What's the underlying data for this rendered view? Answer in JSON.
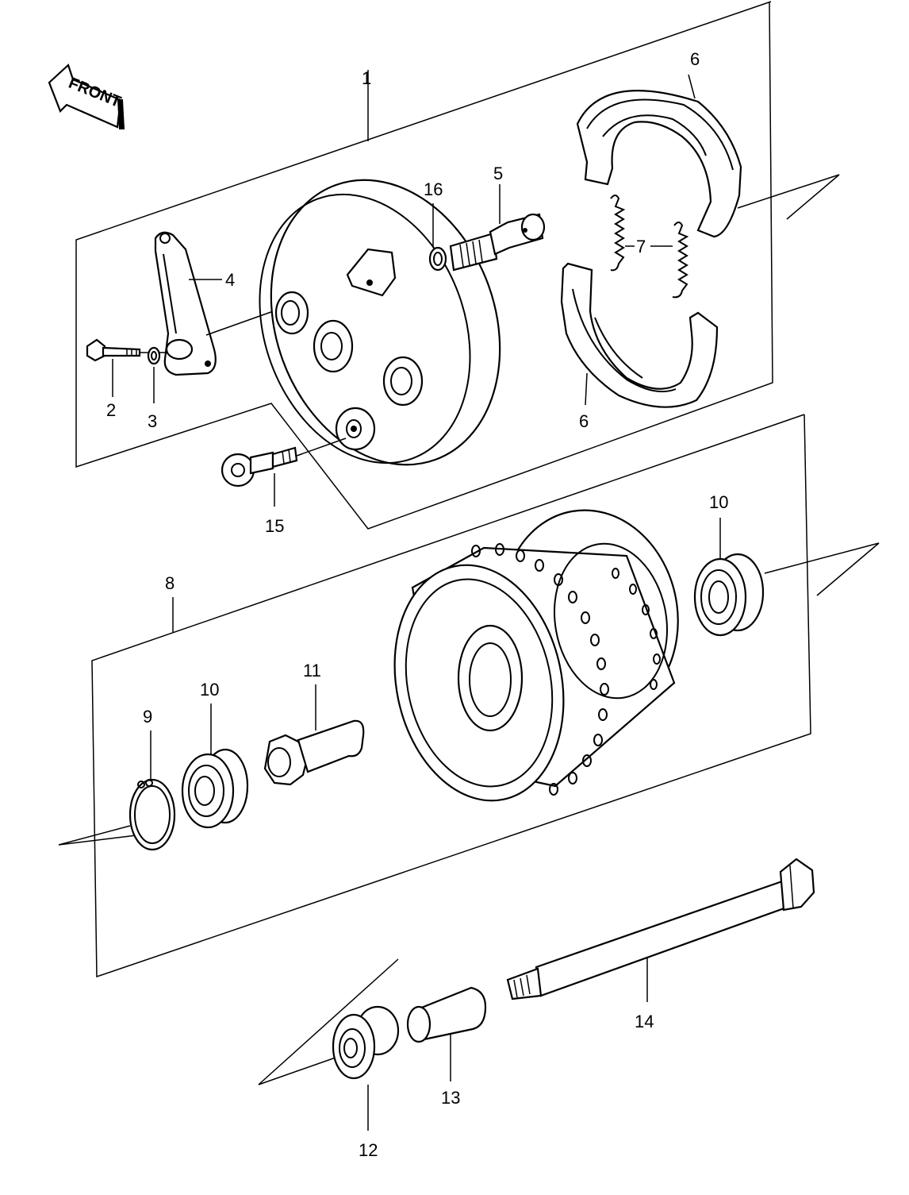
{
  "front_arrow": {
    "text": "FRONT"
  },
  "callouts": {
    "c1": "1",
    "c2": "2",
    "c3": "3",
    "c4": "4",
    "c5": "5",
    "c6a": "6",
    "c6b": "6",
    "c7": "7",
    "c8": "8",
    "c9": "9",
    "c10a": "10",
    "c10b": "10",
    "c11": "11",
    "c12": "12",
    "c13": "13",
    "c14": "14",
    "c15": "15",
    "c16": "16"
  }
}
